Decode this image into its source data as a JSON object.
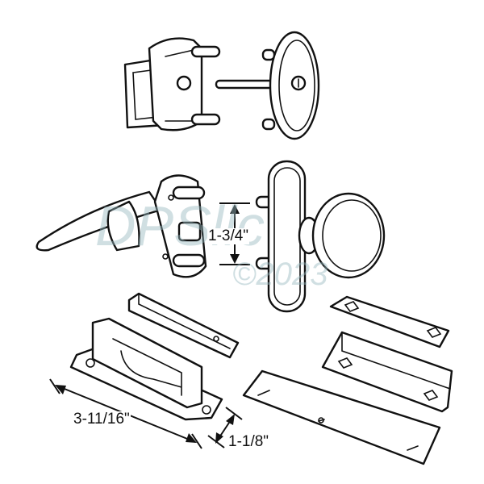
{
  "dimensions": {
    "post_spacing": "1-3/4\"",
    "strike_length": "3-11/16\"",
    "strike_width": "1-1/8\""
  },
  "watermark": {
    "brand": "DPSllc",
    "year": "©2023"
  },
  "colors": {
    "line": "#111111",
    "watermark": "#96b9be"
  }
}
